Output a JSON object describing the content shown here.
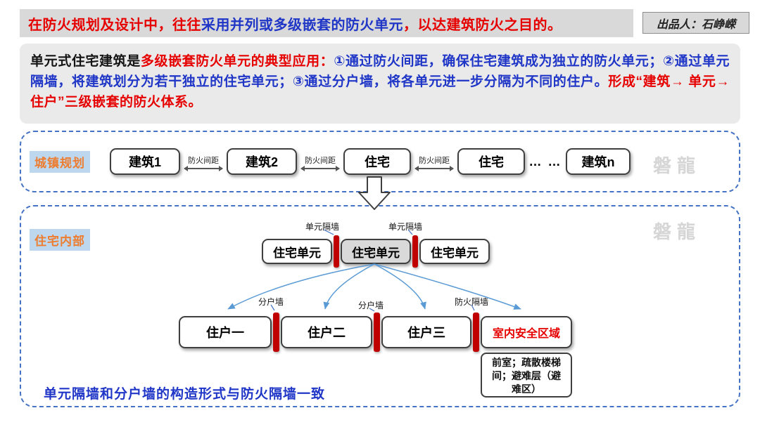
{
  "header": {
    "seg1": "在防火规划及设计中，往往",
    "seg2": "采用并列或多级嵌套的防火单元",
    "seg3": "，以达建筑防火之目的。",
    "credit": "出品人：石峥嵘"
  },
  "intro": {
    "seg_black": "单元式住宅建筑是",
    "seg_red": "多级嵌套防火单元的典型应用：",
    "seg_blue": "①通过防火间距，确保住宅建筑成为独立的防火单元；②通过单元隔墙，将建筑划分为若干独立的住宅单元；③通过分户墙，将各单元进一步分隔为不同的住户。",
    "seg_red2": "形成“建筑→ 单元→ 住户”三级嵌套的防火体系。"
  },
  "planning": {
    "label": "城镇规划",
    "boxes": [
      "建筑1",
      "建筑2",
      "住宅",
      "住宅",
      "建筑n"
    ],
    "gap_label": "防火间距",
    "ellipsis": "… …"
  },
  "interior": {
    "label": "住宅内部",
    "unit_wall_label": "单元隔墙",
    "unit_boxes": [
      "住宅单元",
      "住宅单元",
      "住宅单元"
    ],
    "household_wall_labels": [
      "分户墙",
      "分户墙",
      "防火隔墙"
    ],
    "household_boxes": [
      "住户一",
      "住户二",
      "住户三",
      "室内安全区域"
    ],
    "safe_area_note": "前室；疏散楼梯间；避难层（避难区）",
    "bottom_note": "单元隔墙和分户墙的构造形式与防火隔墙一致"
  },
  "watermark": "磐龍",
  "colors": {
    "red_text": "#e60000",
    "blue_text": "#1f36c7",
    "frame_blue": "#4472c4",
    "divider_red": "#c00000",
    "label_bg": "#bdd7ee",
    "label_orange": "#ed7d31",
    "arrow_blue": "#5b9bd5"
  }
}
